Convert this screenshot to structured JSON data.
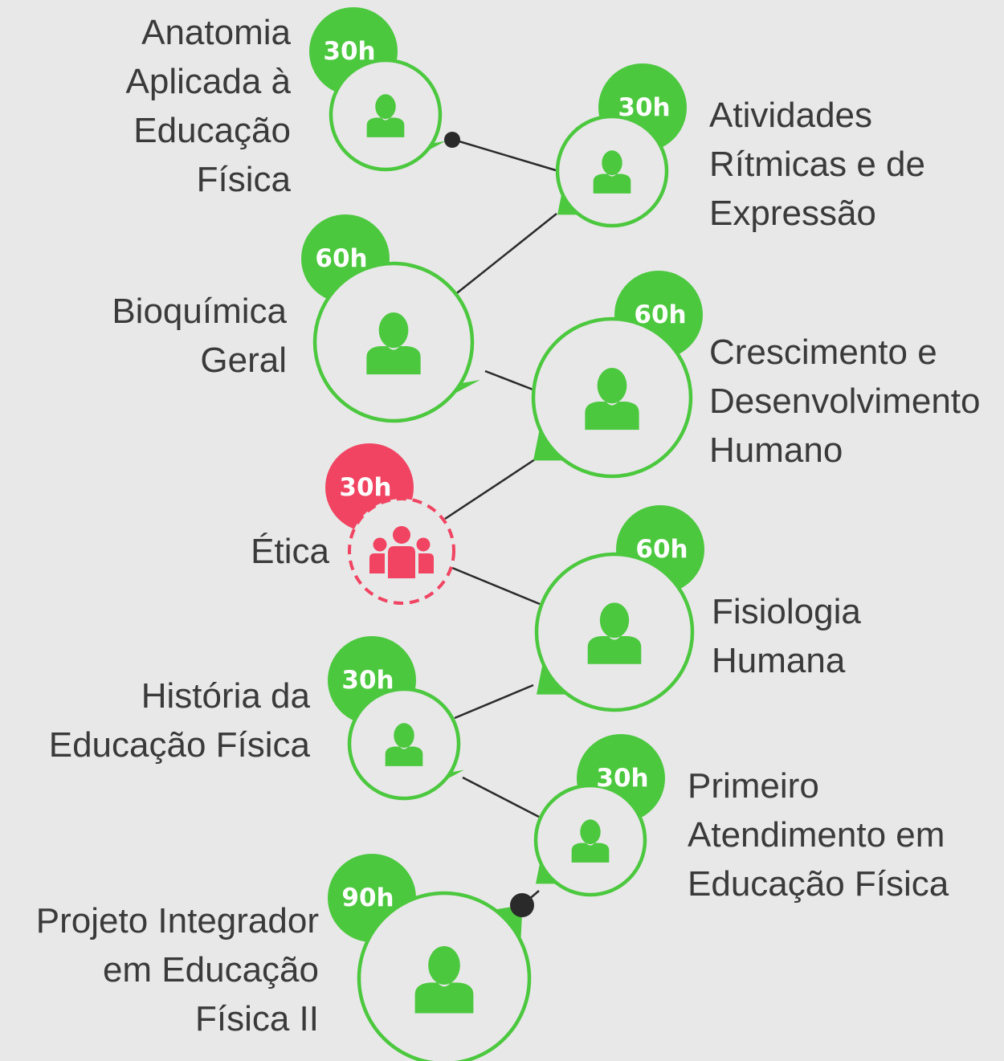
{
  "colors": {
    "background": "#e8e8e8",
    "course_green": "#4cc83f",
    "elective_red": "#f04462",
    "line": "#2a2a2a",
    "text": "#3a3a3a"
  },
  "courses": [
    {
      "id": "anatomia",
      "hours": "30h",
      "lines": [
        "Anatomia",
        "Aplicada à",
        "Educação",
        "Física"
      ],
      "type": "individual",
      "icon": "person-icon"
    },
    {
      "id": "atividades-ritmicas",
      "hours": "30h",
      "lines": [
        "Atividades",
        "Rítmicas e de",
        "Expressão"
      ],
      "type": "individual",
      "icon": "person-icon"
    },
    {
      "id": "bioquimica",
      "hours": "60h",
      "lines": [
        "Bioquímica",
        "Geral"
      ],
      "type": "individual",
      "icon": "person-icon"
    },
    {
      "id": "crescimento",
      "hours": "60h",
      "lines": [
        "Crescimento e",
        "Desenvolvimento",
        "Humano"
      ],
      "type": "individual",
      "icon": "person-icon"
    },
    {
      "id": "etica",
      "hours": "30h",
      "lines": [
        "Ética"
      ],
      "type": "group",
      "icon": "group-icon"
    },
    {
      "id": "fisiologia",
      "hours": "60h",
      "lines": [
        "Fisiologia",
        "Humana"
      ],
      "type": "individual",
      "icon": "person-icon"
    },
    {
      "id": "historia",
      "hours": "30h",
      "lines": [
        "História da",
        "Educação Física"
      ],
      "type": "individual",
      "icon": "person-icon"
    },
    {
      "id": "primeiro-atendimento",
      "hours": "30h",
      "lines": [
        "Primeiro",
        "Atendimento em",
        "Educação Física"
      ],
      "type": "individual",
      "icon": "person-icon"
    },
    {
      "id": "projeto-integrador",
      "hours": "90h",
      "lines": [
        "Projeto Integrador",
        "em Educação",
        "Física II"
      ],
      "type": "individual",
      "icon": "person-icon"
    }
  ]
}
